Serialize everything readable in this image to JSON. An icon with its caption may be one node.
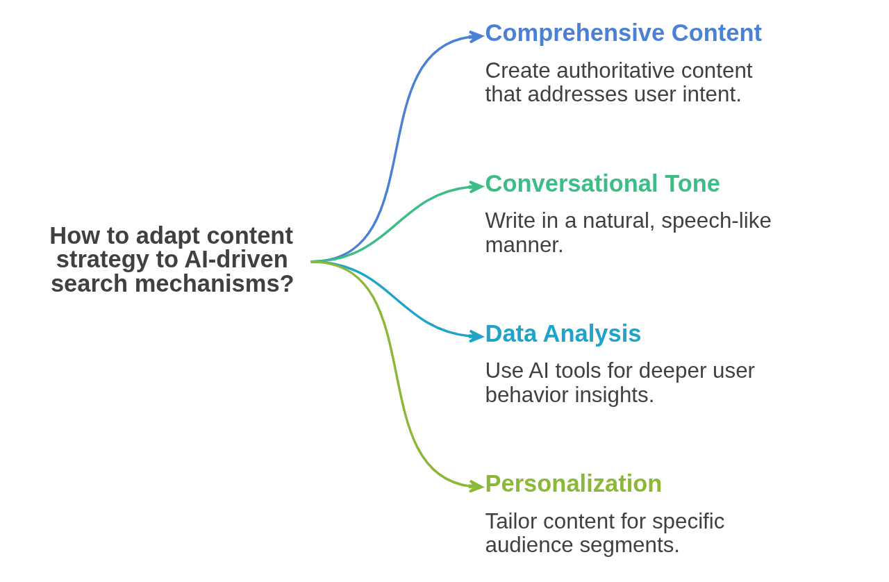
{
  "diagram": {
    "nodes": [
      {
        "text": [
          "How to adapt content strategy to AI-driven search mechanisms?"
        ]
      },
      {
        "text": [
          "Comprehensive Content",
          "Create authoritative content that addresses user intent."
        ]
      },
      {
        "text": [
          "Conversational Tone",
          "Write in a natural, speech-like manner."
        ]
      },
      {
        "text": [
          "Data Analysis",
          "Use AI tools for deeper user behavior insights."
        ]
      },
      {
        "text": [
          "Personalization",
          "Tailor content for specific audience segments."
        ]
      }
    ],
    "edges": [
      {
        "from": 0,
        "to": 1,
        "arrow": "to",
        "color": "#4a80d6"
      },
      {
        "from": 0,
        "to": 2,
        "arrow": "to",
        "color": "#3dbd85"
      },
      {
        "from": 0,
        "to": 3,
        "arrow": "to",
        "color": "#1fa3c9"
      },
      {
        "from": 0,
        "to": 4,
        "arrow": "to",
        "color": "#8cb83a"
      }
    ]
  }
}
